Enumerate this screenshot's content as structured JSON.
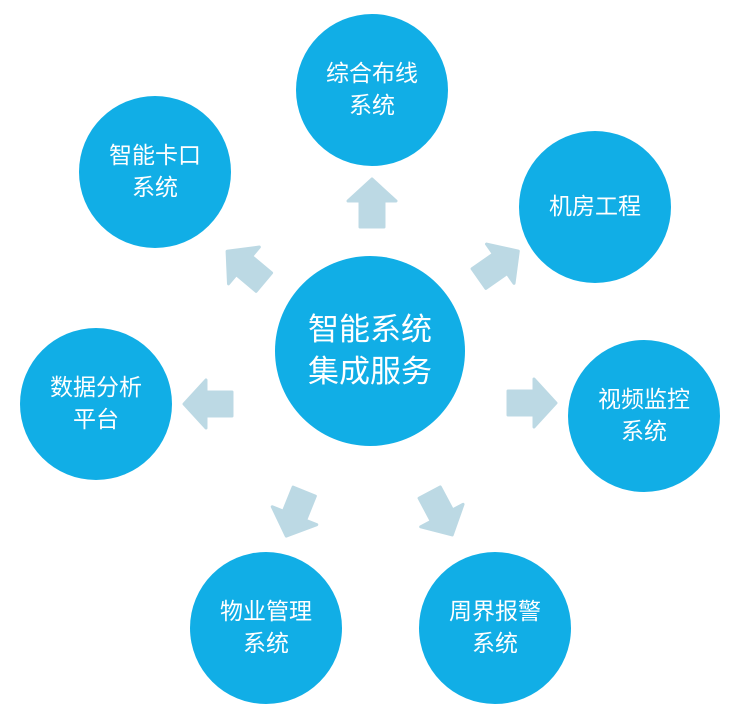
{
  "diagram": {
    "center": {
      "line1": "智能系统",
      "line2": "集成服务"
    },
    "nodes": {
      "top": {
        "line1": "综合布线",
        "line2": "系统"
      },
      "tl": {
        "line1": "智能卡口",
        "line2": "系统"
      },
      "tr": {
        "line1": "机房工程",
        "line2": ""
      },
      "left": {
        "line1": "数据分析",
        "line2": "平台"
      },
      "right": {
        "line1": "视频监控",
        "line2": "系统"
      },
      "bl": {
        "line1": "物业管理",
        "line2": "系统"
      },
      "br": {
        "line1": "周界报警",
        "line2": "系统"
      }
    },
    "colors": {
      "node": "#11aee6",
      "arrow": "#bcd9e4",
      "text": "#ffffff"
    },
    "arrow_icon": "block-arrow"
  }
}
